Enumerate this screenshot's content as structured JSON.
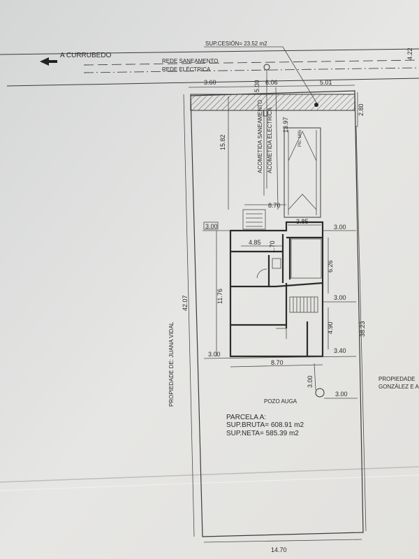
{
  "header": {
    "road_direction": "A CURRUBEDO",
    "cession_area": "SUP.CESIÓN= 23.52 m2",
    "sewer_line": "REDE SANEAMENTO",
    "electric_line": "REDE ELÉCTRICA",
    "right_edge_dim": "4.22"
  },
  "service_labels": {
    "sewer_connection": "ACOMETIDA SANEAMENTO",
    "electric_connection": "ACOMETIDA ELECTRICA"
  },
  "ramp_label": "Ptc. 16%",
  "dimensions": {
    "top_left": "3.60",
    "top_a": "5.00",
    "top_b": "6.06",
    "top_c": "5.01",
    "front_strip": "2.80",
    "setback_total": "15.82",
    "setback_service": "13.97",
    "house_top_width": "8.70",
    "house_side_left": "3.00",
    "garage_width": "3.85",
    "garage_side": "3.00",
    "corridor_width": "4.85",
    "corridor_depth": "1.70",
    "house_right_depth": "6.26",
    "stair_side": "3.00",
    "house_depth": "11.76",
    "house_right_lower": "4.90",
    "parcel_depth": "42.07",
    "right_depth": "38.23",
    "bottom_left": "3.00",
    "house_bottom_width": "8.70",
    "bottom_right": "3.40",
    "well_offset": "3.00",
    "well_side": "3.00",
    "parcel_width": "14.70"
  },
  "neighbours": {
    "left_owner": "PROPIEDADE DE: JUANA VIDAL",
    "right_owner_line1": "PROPIEDADE",
    "right_owner_line2": "GONZÁLEZ E A"
  },
  "well_label": "POZO AUGA",
  "parcel": {
    "title": "PARCELA A:",
    "gross_area": "SUP.BRUTA= 608.91 m2",
    "net_area": "SUP.NETA= 585.39 m2"
  }
}
